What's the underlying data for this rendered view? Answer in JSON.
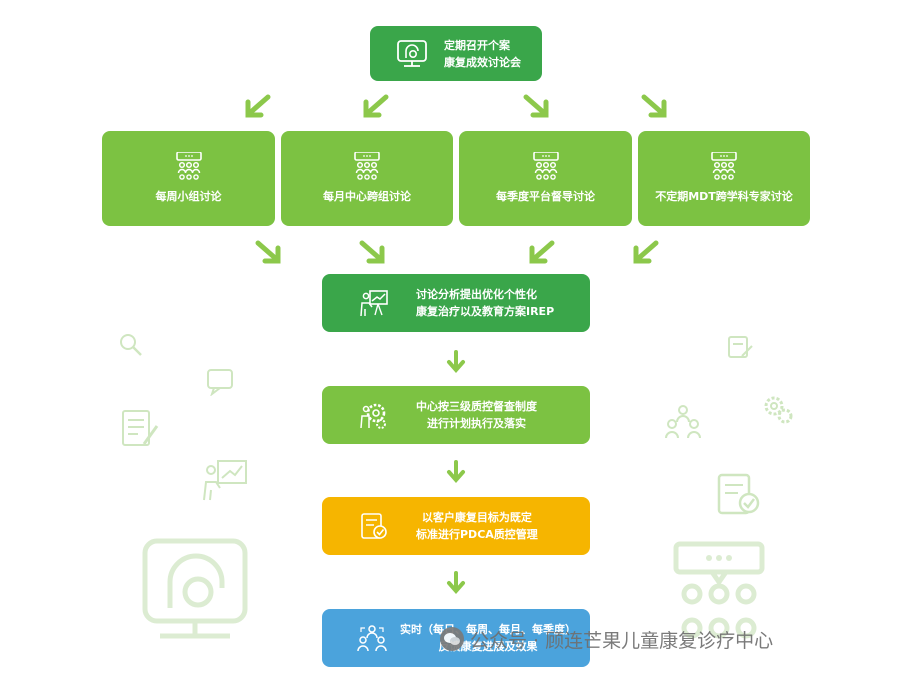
{
  "top": {
    "line1": "定期召开个案",
    "line2": "康复成效讨论会"
  },
  "discussions": [
    {
      "label": "每周小组讨论"
    },
    {
      "label": "每月中心跨组讨论"
    },
    {
      "label": "每季度平台督导讨论"
    },
    {
      "label": "不定期MDT跨学科专家讨论"
    }
  ],
  "steps": [
    {
      "line1": "讨论分析提出优化个性化",
      "line2": "康复治疗以及教育方案IREP",
      "icon": "presentation-icon",
      "color": "#3aa64a"
    },
    {
      "line1": "中心按三级质控督查制度",
      "line2": "进行计划执行及落实",
      "icon": "gears-icon",
      "color": "#7cc242"
    },
    {
      "line1": "以客户康复目标为既定",
      "line2": "标准进行PDCA质控管理",
      "icon": "checklist-icon",
      "color": "#f6b500"
    },
    {
      "line1": "实时（每日、每周、每月、每季度）",
      "line2": "反馈康复进展及效果",
      "icon": "team-icon",
      "color": "#4ba3dc"
    }
  ],
  "watermark": {
    "text": "公众号 · 顾连芒果儿童康复诊疗中心"
  },
  "colors": {
    "dark_green": "#3aa64a",
    "light_green": "#7cc242",
    "yellow": "#f6b500",
    "blue": "#4ba3dc",
    "arrow": "#8cc84b"
  }
}
